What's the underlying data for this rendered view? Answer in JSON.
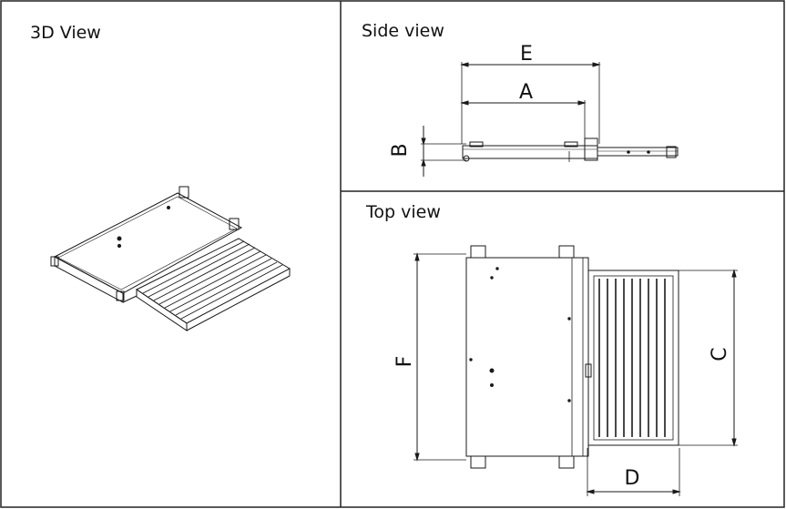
{
  "panels": {
    "view3d": {
      "title": "3D View"
    },
    "side": {
      "title": "Side view",
      "dims": {
        "E": "E",
        "A": "A",
        "B": "B"
      }
    },
    "top": {
      "title": "Top view",
      "dims": {
        "F": "F",
        "C": "C",
        "D": "D"
      }
    }
  },
  "colors": {
    "line": "#1a1a1a",
    "border": "#222222",
    "background": "#ffffff"
  }
}
